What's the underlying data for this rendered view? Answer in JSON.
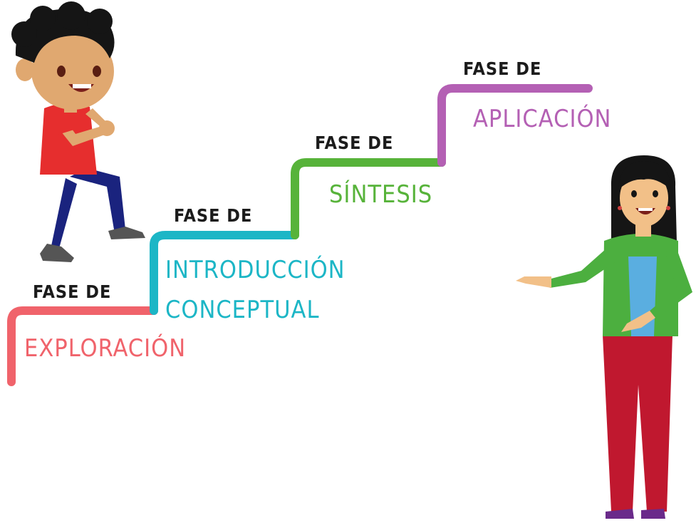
{
  "steps": [
    {
      "prefix": "FASE DE",
      "name_lines": [
        "EXPLORACIÓN"
      ],
      "color": "#f0636b"
    },
    {
      "prefix": "FASE DE",
      "name_lines": [
        "INTRODUCCIÓN",
        "CONCEPTUAL"
      ],
      "color": "#1cb6c6"
    },
    {
      "prefix": "FASE DE",
      "name_lines": [
        "SÍNTESIS"
      ],
      "color": "#57b33a"
    },
    {
      "prefix": "FASE DE",
      "name_lines": [
        "APLICACIÓN"
      ],
      "color": "#b460b4"
    }
  ],
  "characters": [
    {
      "name": "boy-climbing",
      "shirt": "#e62e2e",
      "pants": "#1a237e",
      "hair": "#151515",
      "skin": "#e0a870"
    },
    {
      "name": "woman-presenting",
      "jacket": "#4caf3f",
      "top": "#5aaee0",
      "pants": "#c0182f",
      "hair": "#151515",
      "skin": "#f2c088"
    }
  ]
}
